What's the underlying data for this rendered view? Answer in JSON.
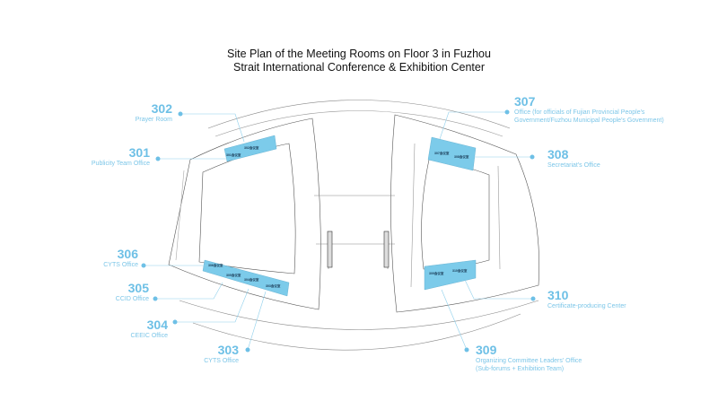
{
  "title": {
    "line1": "Site Plan of the Meeting Rooms on Floor 3 in Fuzhou",
    "line2": "Strait International Conference & Exhibition Center"
  },
  "accent_color": "#6ec0e6",
  "room_fill": "#7ccbea",
  "rooms": [
    {
      "number": "301",
      "name": "Publicity Team Office"
    },
    {
      "number": "302",
      "name": "Prayer Room"
    },
    {
      "number": "303",
      "name": "CYTS Office"
    },
    {
      "number": "304",
      "name": "CEEIC Office"
    },
    {
      "number": "305",
      "name": "CCID Office"
    },
    {
      "number": "306",
      "name": "CYTS Office"
    },
    {
      "number": "307",
      "name": "Office (for officials of Fujian Provincial People's",
      "name2": "Government/Fuzhou Municipal People's Government)"
    },
    {
      "number": "308",
      "name": "Secretariat's Office"
    },
    {
      "number": "309",
      "name": "Organizing Committee Leaders' Office",
      "name2": "(Sub-forums + Exhibition Team)"
    },
    {
      "number": "310",
      "name": "Certificate-producing Center"
    }
  ],
  "plan_room_labels": [
    "301会议室",
    "302会议室",
    "303会议室",
    "304会议室",
    "305会议室",
    "306会议室",
    "307会议室",
    "308会议室",
    "309会议室",
    "310会议室"
  ]
}
